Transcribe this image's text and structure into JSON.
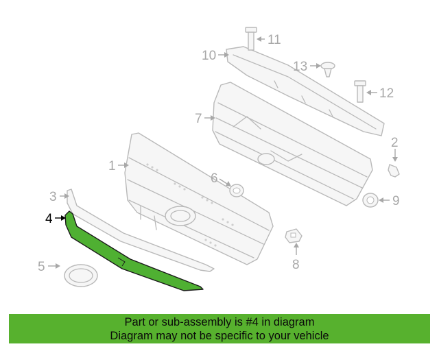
{
  "banner": {
    "line1": "Part or sub-assembly is #4 in diagram",
    "line2": "Diagram may not be specific to your vehicle",
    "background_color": "#57b12e"
  },
  "diagram": {
    "highlight_color": "#4fb032",
    "callouts": [
      {
        "number": "1",
        "active": false
      },
      {
        "number": "2",
        "active": false
      },
      {
        "number": "3",
        "active": false
      },
      {
        "number": "4",
        "active": true
      },
      {
        "number": "5",
        "active": false
      },
      {
        "number": "6",
        "active": false
      },
      {
        "number": "7",
        "active": false
      },
      {
        "number": "8",
        "active": false
      },
      {
        "number": "9",
        "active": false
      },
      {
        "number": "10",
        "active": false
      },
      {
        "number": "11",
        "active": false
      },
      {
        "number": "12",
        "active": false
      },
      {
        "number": "13",
        "active": false
      }
    ]
  }
}
